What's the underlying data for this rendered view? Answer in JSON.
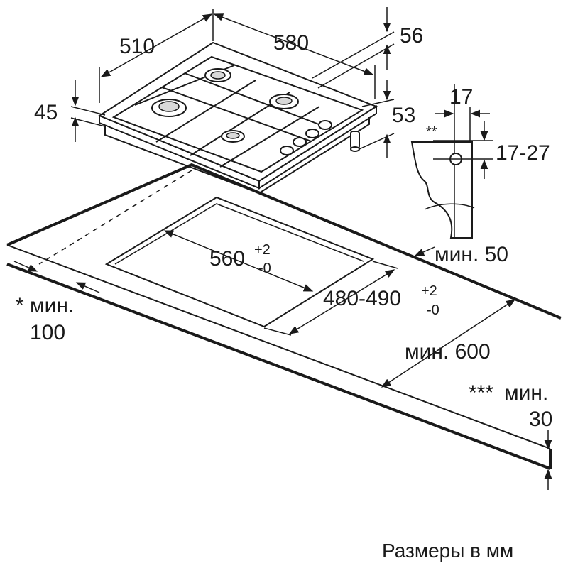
{
  "dimensions": {
    "hob_width": "580",
    "hob_depth": "510",
    "hob_height": "45",
    "gas_connection_offset": "56",
    "gas_connection_height": "53",
    "bracket_width": "17",
    "bracket_mark": "**",
    "bracket_range": "17-27",
    "cutout_width_main": "560",
    "cutout_width_upper_tol": "+2",
    "cutout_width_lower_tol": "-0",
    "cutout_depth_main": "480-490",
    "cutout_depth_upper_tol": "+2",
    "cutout_depth_lower_tol": "-0",
    "rear_clearance": "мин. 50",
    "side_clearance_mark": "*",
    "side_clearance_label": "мин.",
    "side_clearance_value": "100",
    "worktop_depth": "мин. 600",
    "worktop_thickness_mark": "***",
    "worktop_thickness_label": "мин.",
    "worktop_thickness_value": "30"
  },
  "caption": "Размеры в мм"
}
